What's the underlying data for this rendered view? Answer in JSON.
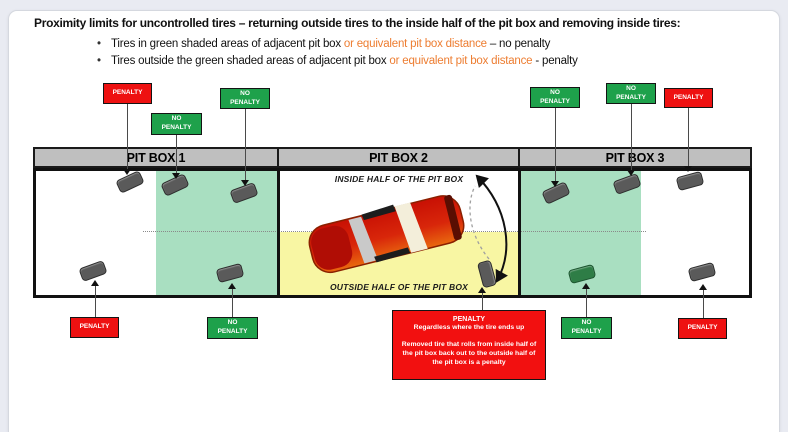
{
  "title": "Proximity limits for uncontrolled tires – returning outside tires to the inside half of the pit box and removing inside tires:",
  "bullet_char": "•",
  "bullets": [
    {
      "pre": "Tires in green shaded areas of adjacent pit box ",
      "highlight": "or equivalent pit box distance",
      "post": " – no penalty"
    },
    {
      "pre": "Tires outside the green shaded areas of adjacent pit box ",
      "highlight": "or equivalent pit box distance",
      "post": " - penalty"
    }
  ],
  "pit_boxes": [
    {
      "label": "PIT BOX 1"
    },
    {
      "label": "PIT BOX 2"
    },
    {
      "label": "PIT BOX 3"
    }
  ],
  "zone_labels": {
    "inside": "INSIDE HALF OF THE PIT BOX",
    "outside": "OUTSIDE HALF OF THE PIT BOX"
  },
  "badges": {
    "top": [
      {
        "text": "PENALTY",
        "kind": "penalty"
      },
      {
        "text": "NO PENALTY",
        "kind": "no-penalty"
      },
      {
        "text": "NO PENALTY",
        "kind": "no-penalty"
      },
      {
        "text": "NO PENALTY",
        "kind": "no-penalty"
      },
      {
        "text": "NO PENALTY",
        "kind": "no-penalty"
      },
      {
        "text": "PENALTY",
        "kind": "penalty"
      }
    ],
    "bottom": [
      {
        "text": "PENALTY",
        "kind": "penalty"
      },
      {
        "text": "NO PENALTY",
        "kind": "no-penalty"
      },
      {
        "text": "NO PENALTY",
        "kind": "no-penalty"
      },
      {
        "text": "PENALTY",
        "kind": "penalty"
      }
    ]
  },
  "penalty_note": {
    "heading": "PENALTY",
    "subheading": "Regardless where the tire ends up",
    "body": "Removed tire that rolls from inside half of the pit box back out to the outside half of the pit box is a penalty"
  },
  "colors": {
    "penalty_red": "#EE1111",
    "no_penalty_green": "#1EA14B",
    "green_shade": "#A9DFC1",
    "yellow_shade": "#F8F6A3",
    "header_gray": "#BFBFBF",
    "orange_text": "#ED7D31"
  }
}
